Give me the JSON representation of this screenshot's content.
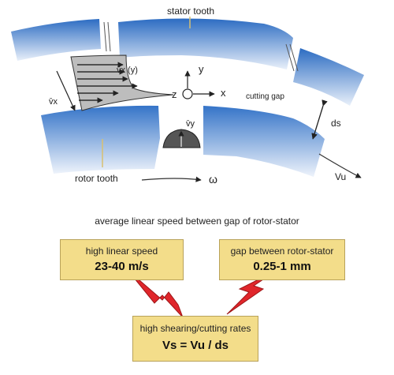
{
  "labels": {
    "stator_tooth": "stator tooth",
    "rotor_tooth": "rotor tooth",
    "cutting_gap": "cutting gap",
    "omega": "ω",
    "axis_y": "y",
    "axis_x": "x",
    "axis_z": "z",
    "vx_profile": "v̄x (y)",
    "vx_inlet": "v̄x",
    "vy": "v̄y",
    "ds": "ds",
    "vu": "Vu"
  },
  "caption": "average linear speed between gap of rotor-stator",
  "boxes": {
    "speed": {
      "title": "high linear speed",
      "value": "23-40 m/s"
    },
    "gap": {
      "title": "gap between rotor-stator",
      "value": "0.25-1 mm"
    },
    "rates": {
      "title": "high shearing/cutting rates",
      "formula": "Vs = Vu / ds"
    }
  },
  "colors": {
    "blade_dark": "#2c6cc2",
    "blade_light": "#e6eef9",
    "box_fill": "#f3dd8a",
    "bolt_red": "#e0262b"
  }
}
